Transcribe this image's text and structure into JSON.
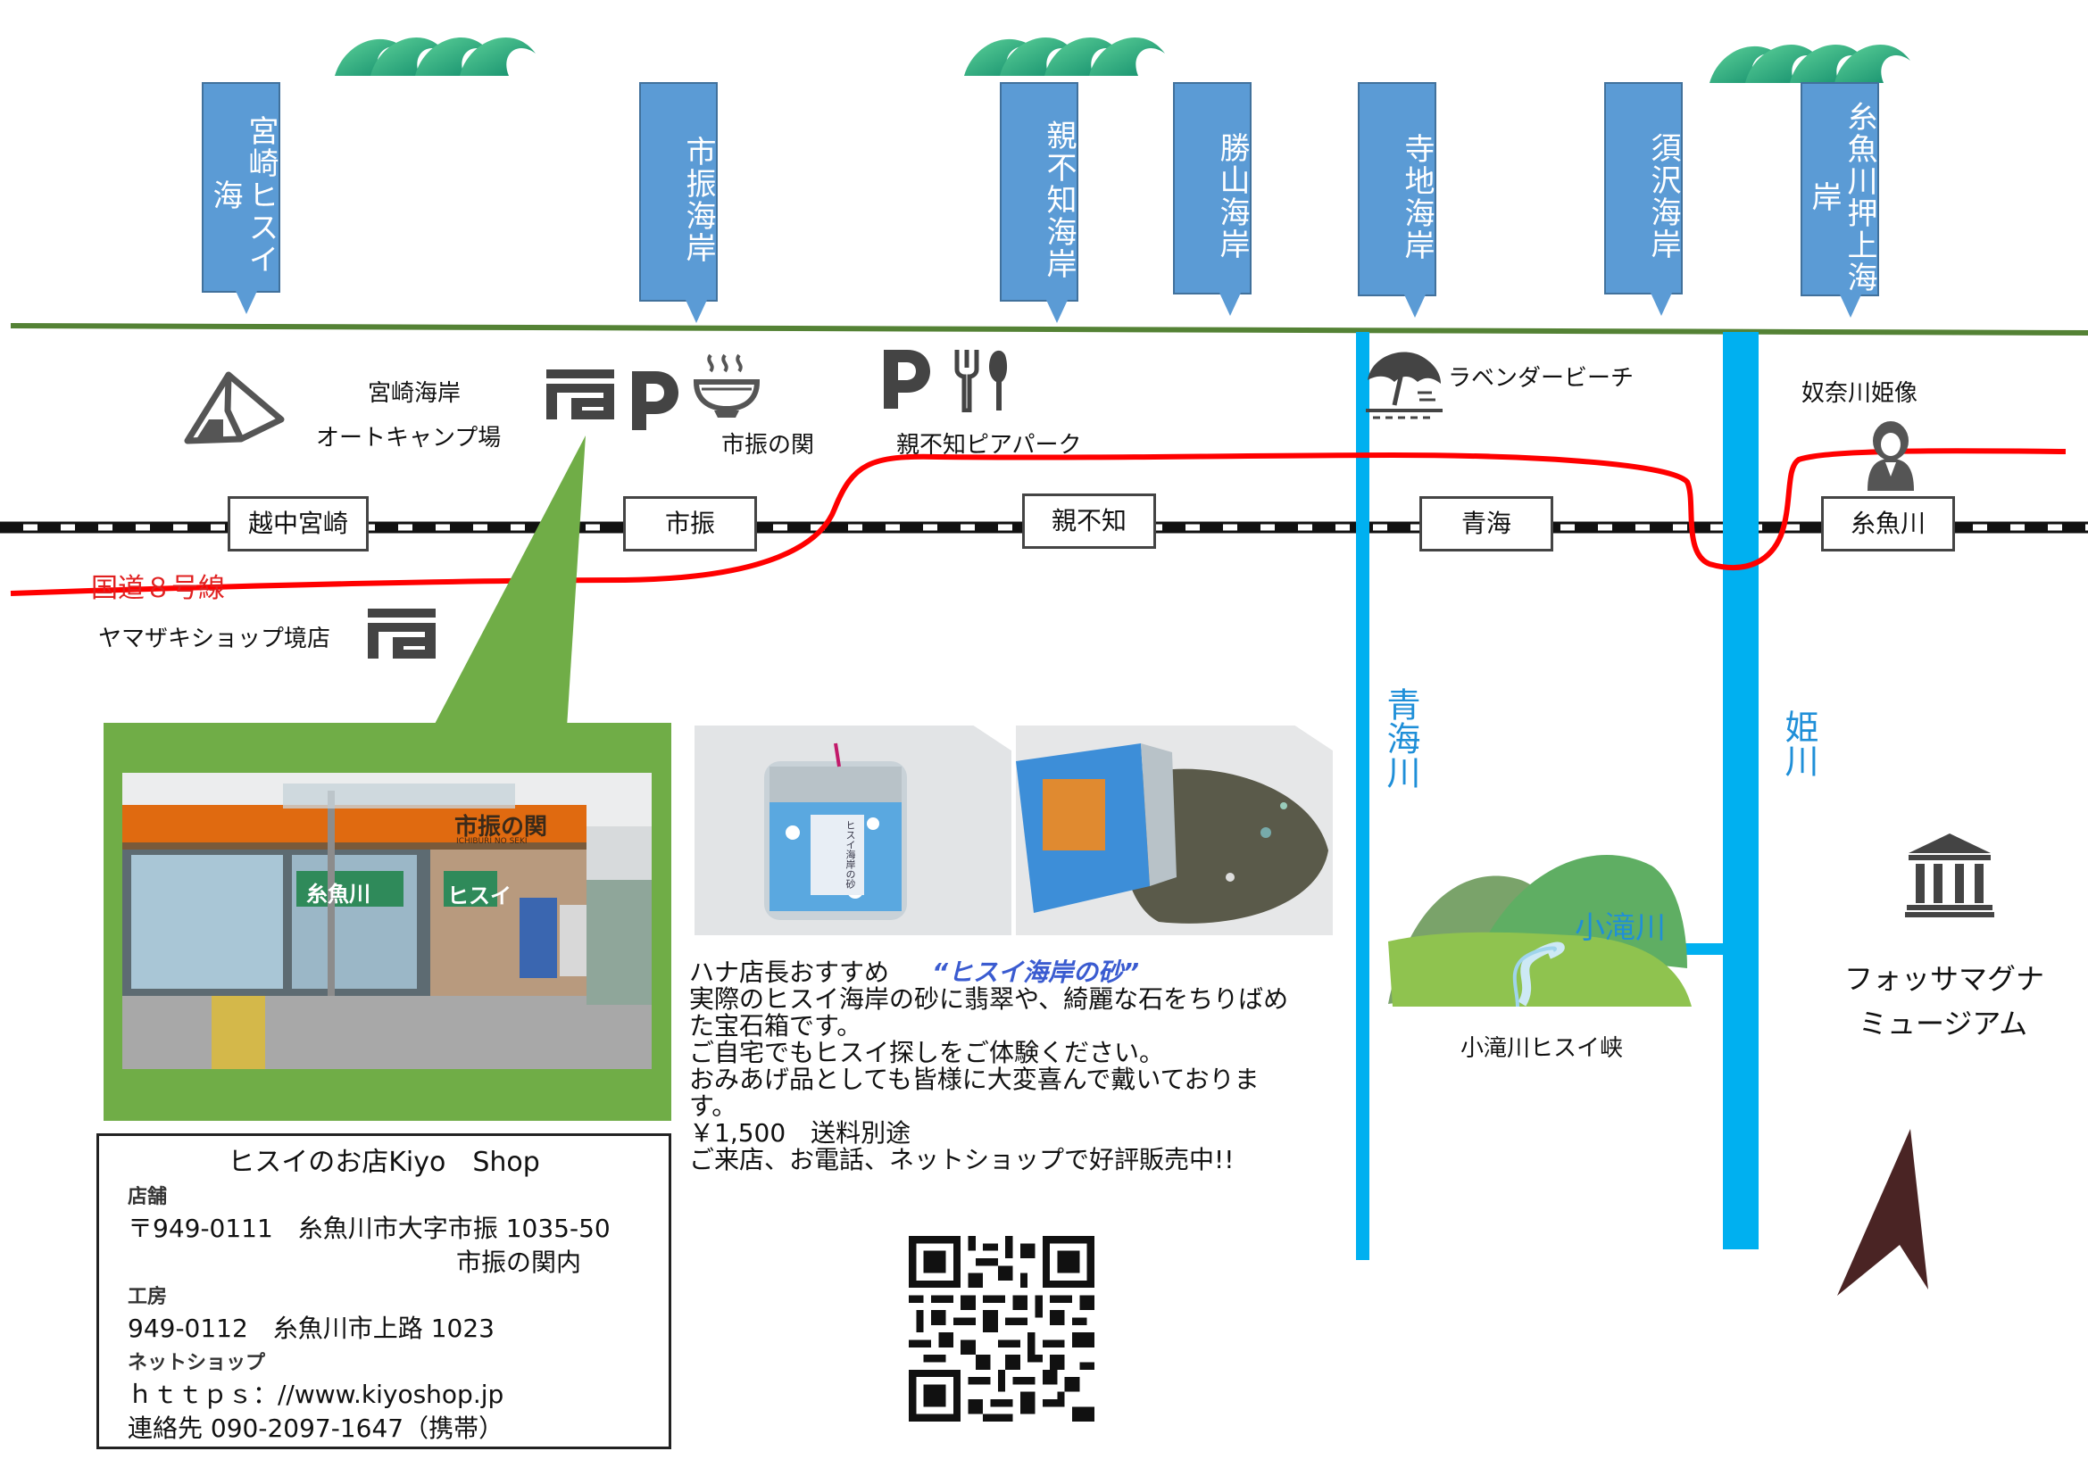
{
  "beaches": [
    {
      "id": "miyazaki",
      "label": "宮崎ヒスイ海"
    },
    {
      "id": "ichiburi",
      "label": "市振海岸"
    },
    {
      "id": "oyashirazu",
      "label": "親不知海岸"
    },
    {
      "id": "katsuyama",
      "label": "勝山海岸"
    },
    {
      "id": "teraji",
      "label": "寺地海岸"
    },
    {
      "id": "suzawa",
      "label": "須沢海岸"
    },
    {
      "id": "itoigawa_oshiage",
      "label": "糸魚川押上海岸"
    }
  ],
  "stations": [
    {
      "id": "etchu_miyazaki",
      "label": "越中宮崎"
    },
    {
      "id": "ichiburi",
      "label": "市振"
    },
    {
      "id": "oyashirazu",
      "label": "親不知"
    },
    {
      "id": "omi",
      "label": "青海"
    },
    {
      "id": "itoigawa",
      "label": "糸魚川"
    }
  ],
  "places": {
    "campsite_line1": "宮崎海岸",
    "campsite_line2": "オートキャンプ場",
    "ichiburi_seki": "市振の関",
    "oyashirazu_pier": "親不知ピアパーク",
    "lavender_beach": "ラベンダービーチ",
    "nunakawa_statue": "奴奈川姫像",
    "yamazaki_shop": "ヤマザキショップ境店",
    "kotaki_gorge": "小滝川ヒスイ峡",
    "fossa_line1": "フォッサマグナ",
    "fossa_line2": "ミュージアム"
  },
  "road": {
    "label": "国道８号線"
  },
  "rivers": {
    "omi": "青海川",
    "hime": "姫川",
    "kotaki": "小滝川"
  },
  "promo": {
    "intro": "ハナ店長おすすめ",
    "title": "“ヒスイ海岸の砂”",
    "lines": [
      "実際のヒスイ海岸の砂に翡翠や、綺麗な石をちりばめ",
      "た宝石箱です。",
      "ご自宅でもヒスイ探しをご体験ください。",
      "おみあげ品としても皆様に大変喜んで戴いておりま",
      "す。",
      "￥1,500　送料別途",
      "ご来店、お電話、ネットショップで好評販売中!!"
    ]
  },
  "shop": {
    "name": "ヒスイのお店Kiyo　Shop",
    "store_heading": "店舗",
    "store_address": "〒949-0111　糸魚川市大字市振 1035-50",
    "store_address2": "市振の関内",
    "workshop_heading": "工房",
    "workshop_address": "949-0112　糸魚川市上路 1023",
    "netshop_heading": "ネットショップ",
    "url": "ｈｔｔｐｓ：//www.kiyoshop.jp",
    "contact": "連絡先 090-2097-1647（携帯）"
  },
  "store_photo": {
    "sign_main": "市振の関",
    "sign_sub": "ICHIBURI NO SEKI",
    "banner_left": "糸魚川",
    "banner_right": "ヒスイ"
  },
  "jar_photo": {
    "label": "ヒスイ海岸の砂"
  },
  "icons": {
    "campsite": "tent-icon",
    "shop": "convenience-store-icon",
    "parking": "parking-icon",
    "restaurant": "ramen-bowl-icon",
    "food": "fork-knife-icon",
    "beach": "beach-umbrella-icon",
    "statue": "princess-statue-icon",
    "museum": "museum-icon",
    "north": "north-arrow-icon",
    "qr": "qr-code-icon",
    "waves": "wave-icon"
  },
  "colors": {
    "coast": "#70ad47",
    "road": "#ff0000",
    "river": "#00b0f0",
    "beach_tag": "#5b9bd5",
    "photo_frame": "#70ad47",
    "road_label": "#e02020",
    "river_label": "#1f8fd8",
    "arrow": "#4a2424"
  }
}
